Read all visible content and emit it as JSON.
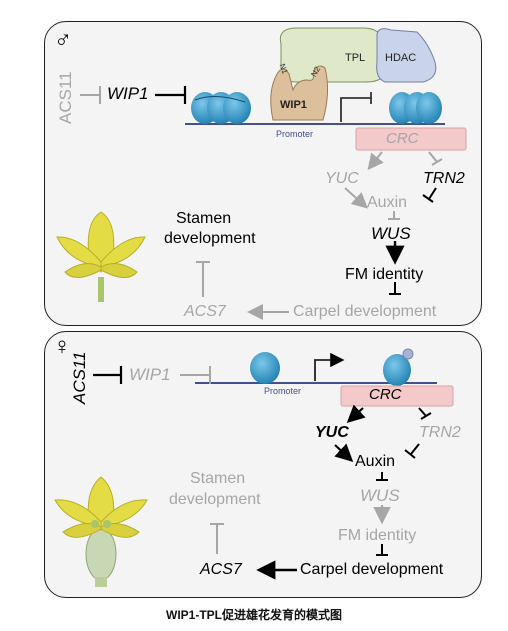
{
  "caption": "WIP1-TPL促进雄花发育的模式图",
  "male": {
    "symbol": "♂",
    "tpl": "TPL",
    "hdac": "HDAC",
    "n1": "N1",
    "n2": "N2",
    "wip1_protein": "WIP1",
    "promoter": "Promoter",
    "acs11": "ACS11",
    "wip1": "WIP1",
    "crc": "CRC",
    "yuc": "YUC",
    "trn2": "TRN2",
    "auxin": "Auxin",
    "wus": "WUS",
    "fm_identity": "FM identity",
    "carpel": "Carpel development",
    "acs7": "ACS7",
    "stamen_line1": "Stamen",
    "stamen_line2": "development"
  },
  "female": {
    "symbol": "♀",
    "acs11": "ACS11",
    "wip1": "WIP1",
    "promoter": "Promoter",
    "crc": "CRC",
    "yuc": "YUC",
    "trn2": "TRN2",
    "auxin": "Auxin",
    "wus": "WUS",
    "fm_identity": "FM identity",
    "carpel": "Carpel development",
    "acs7": "ACS7",
    "stamen_line1": "Stamen",
    "stamen_line2": "development"
  },
  "colors": {
    "active": "#000000",
    "inactive": "#a6a6a6",
    "nucleosome": "#2e9ccf",
    "crc_box": "#f4c9c9",
    "tpl": "#dfe8c8",
    "hdac": "#c9d3ea",
    "wip1_protein": "#dcc09c",
    "flower": "#e3dc45"
  }
}
